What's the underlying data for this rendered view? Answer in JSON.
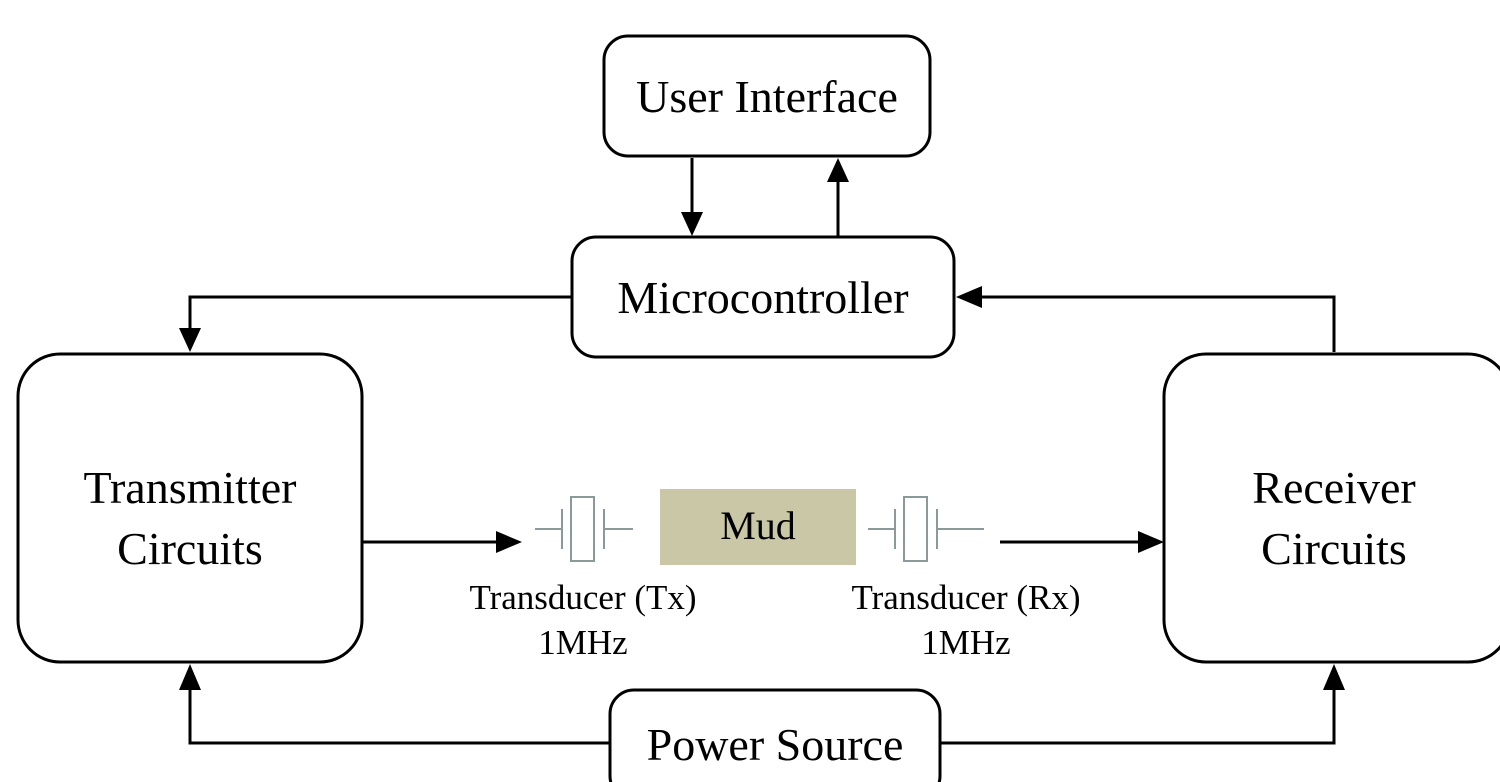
{
  "blocks": {
    "user_interface": "User Interface",
    "microcontroller": "Microcontroller",
    "transmitter_line1": "Transmitter",
    "transmitter_line2": "Circuits",
    "receiver_line1": "Receiver",
    "receiver_line2": "Circuits",
    "power_source": "Power Source",
    "mud": "Mud"
  },
  "transducers": {
    "tx_label": "Transducer (Tx)",
    "tx_freq": "1MHz",
    "rx_label": "Transducer (Rx)",
    "rx_freq": "1MHz"
  },
  "colors": {
    "mud_fill": "#c9c7a6",
    "transducer_stroke": "#8a9a9a",
    "line": "#000000"
  }
}
